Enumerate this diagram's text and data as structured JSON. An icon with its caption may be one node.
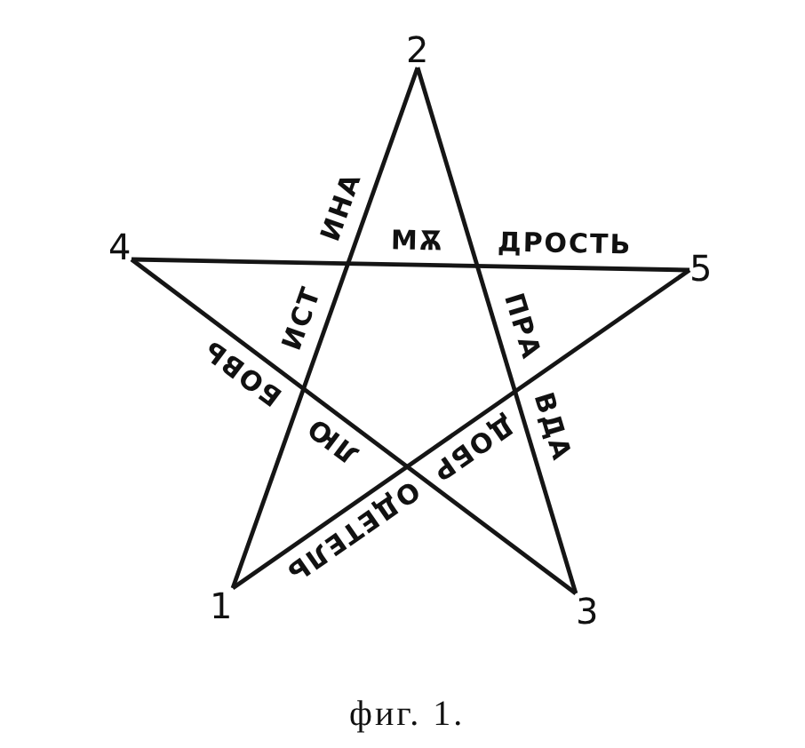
{
  "diagram": {
    "caption": "фиг. 1.",
    "nodes": [
      {
        "text": [
          "2"
        ]
      },
      {
        "text": [
          "4"
        ]
      },
      {
        "text": [
          "5"
        ]
      },
      {
        "text": [
          "1"
        ]
      },
      {
        "text": [
          "3"
        ]
      }
    ],
    "edges": [
      {
        "from": 3,
        "to": 0,
        "arrow": "none",
        "label": "ИСТ ИНА"
      },
      {
        "from": 0,
        "to": 4,
        "arrow": "none",
        "label": "ПРА ВДА"
      },
      {
        "from": 4,
        "to": 1,
        "arrow": "none",
        "label": "ЛЮ БОВЬ"
      },
      {
        "from": 1,
        "to": 2,
        "arrow": "none",
        "label": "МѪ ДРОСТЬ"
      },
      {
        "from": 2,
        "to": 3,
        "arrow": "none",
        "label": "ДОБР ОДЕТЕЛЬ"
      }
    ]
  }
}
